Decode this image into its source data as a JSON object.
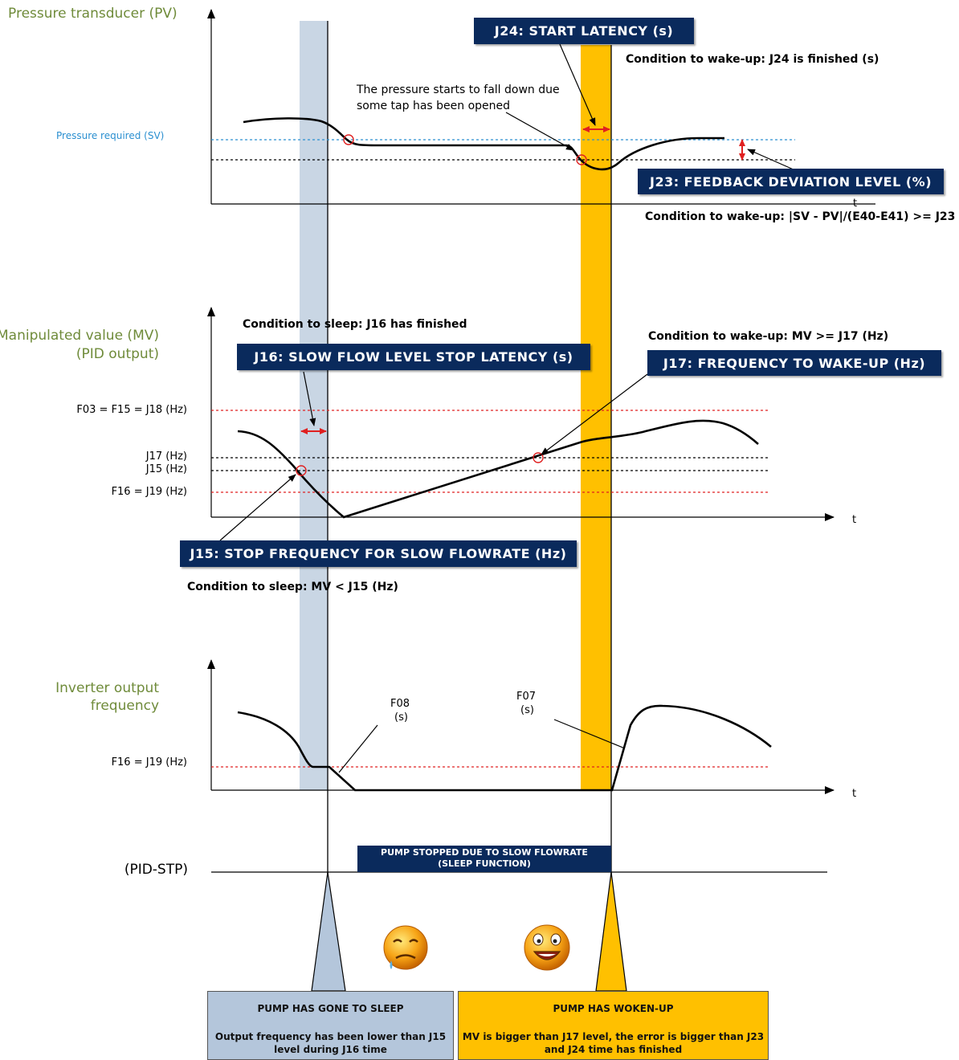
{
  "labels": {
    "pv_axis": "Pressure transducer (PV)",
    "sv_level": "Pressure required (SV)",
    "mv_axis_1": "Manipulated value (MV)",
    "mv_axis_2": "(PID output)",
    "inv_axis_1": "Inverter output",
    "inv_axis_2": "frequency",
    "pid_stp": "(PID-STP)",
    "t": "t",
    "f03_level": "F03 = F15 = J18 (Hz)",
    "j17_level": "J17 (Hz)",
    "j15_level": "J15 (Hz)",
    "f16_level": "F16 = J19 (Hz)",
    "f16_level_inv": "F16 = J19 (Hz)",
    "f08_1": "F08",
    "f08_2": "(s)",
    "f07_1": "F07",
    "f07_2": "(s)",
    "pressure_note_1": "The pressure starts to fall down due",
    "pressure_note_2": "some tap has been opened"
  },
  "headers": {
    "j24": "J24: START LATENCY (s)",
    "j23": "J23: FEEDBACK DEVIATION LEVEL (%)",
    "j16": "J16: SLOW FLOW LEVEL STOP LATENCY (s)",
    "j17": "J17: FREQUENCY TO WAKE-UP (Hz)",
    "j15": "J15: STOP FREQUENCY FOR SLOW FLOWRATE (Hz)"
  },
  "conditions": {
    "wake_j24": "Condition to wake-up:  J24 is finished (s)",
    "wake_j23": "Condition to wake-up: |SV - PV|/(E40-E41) >= J23",
    "sleep_j16": "Condition to sleep: J16 has finished",
    "wake_j17": "Condition to wake-up:  MV >= J17 (Hz)",
    "sleep_j15": "Condition to sleep:  MV < J15 (Hz)"
  },
  "pid_bar": {
    "line1": "PUMP STOPPED DUE TO SLOW FLOWRATE",
    "line2": "(SLEEP FUNCTION)"
  },
  "sleep_box": {
    "title": "PUMP HAS GONE TO SLEEP",
    "body1": "Output frequency has been lower than J15",
    "body2": "level during J16 time"
  },
  "wake_box": {
    "title": "PUMP HAS WOKEN-UP",
    "body1": "MV is bigger than J17 level, the error is bigger than J23",
    "body2": "and J24 time has finished"
  },
  "colors": {
    "sleep_band": "#c9d6e4",
    "wake_band": "#ffc000",
    "header_bg": "#0a2a5c",
    "sv_line": "#2a8fd0",
    "limit_line": "#e02020",
    "axis_label": "#6f8b3a",
    "sleep_box_bg": "#b4c6db",
    "wake_box_bg": "#ffc000"
  },
  "icons": {
    "sleep_face": "sad-face-icon",
    "wake_face": "happy-face-icon"
  }
}
